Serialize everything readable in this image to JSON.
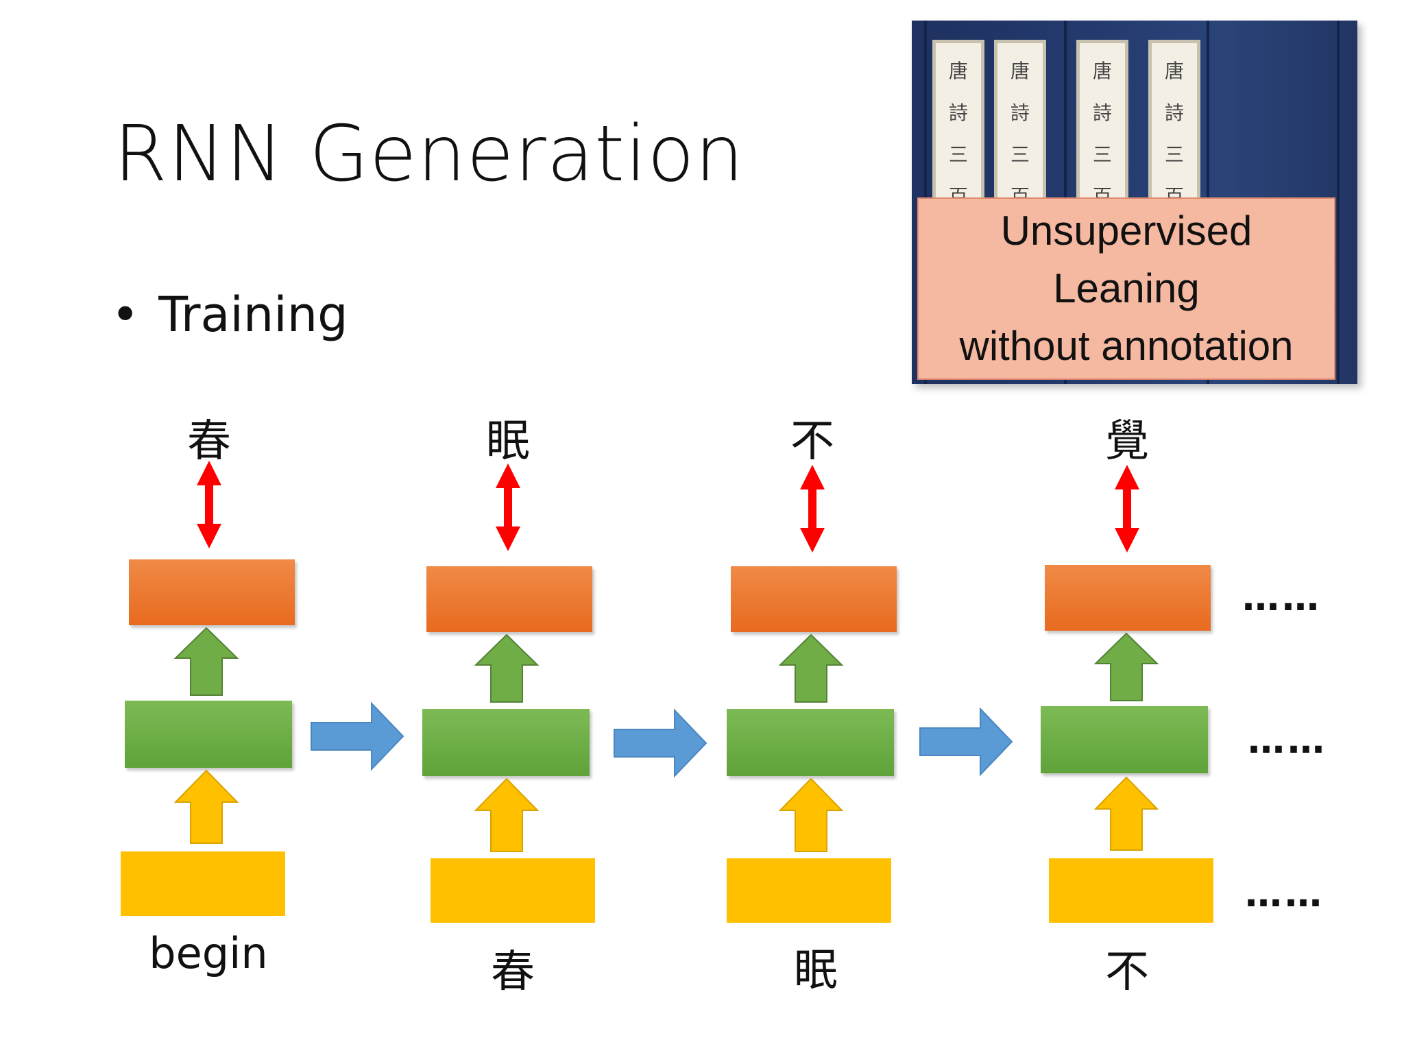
{
  "slide": {
    "title": "RNN Generation",
    "bullet": "Training",
    "callout_lines": [
      "Unsupervised",
      "Leaning",
      "without annotation"
    ],
    "book_labels": [
      [
        "唐",
        "詩",
        "三",
        "百"
      ],
      [
        "唐",
        "詩",
        "三",
        "百"
      ],
      [
        "唐",
        "詩",
        "三",
        "百"
      ],
      [
        "唐",
        "詩",
        "三",
        "百"
      ]
    ],
    "diagram": {
      "targets": [
        "春",
        "眠",
        "不",
        "覺"
      ],
      "inputs": [
        "begin",
        "春",
        "眠",
        "不"
      ],
      "continuation": "……",
      "colors": {
        "output_layer": "#ed7d31",
        "hidden_layer": "#70ad47",
        "input_layer": "#ffc000",
        "recurrent_arrow": "#5b9bd5",
        "target_arrow": "#ff0000"
      }
    }
  }
}
